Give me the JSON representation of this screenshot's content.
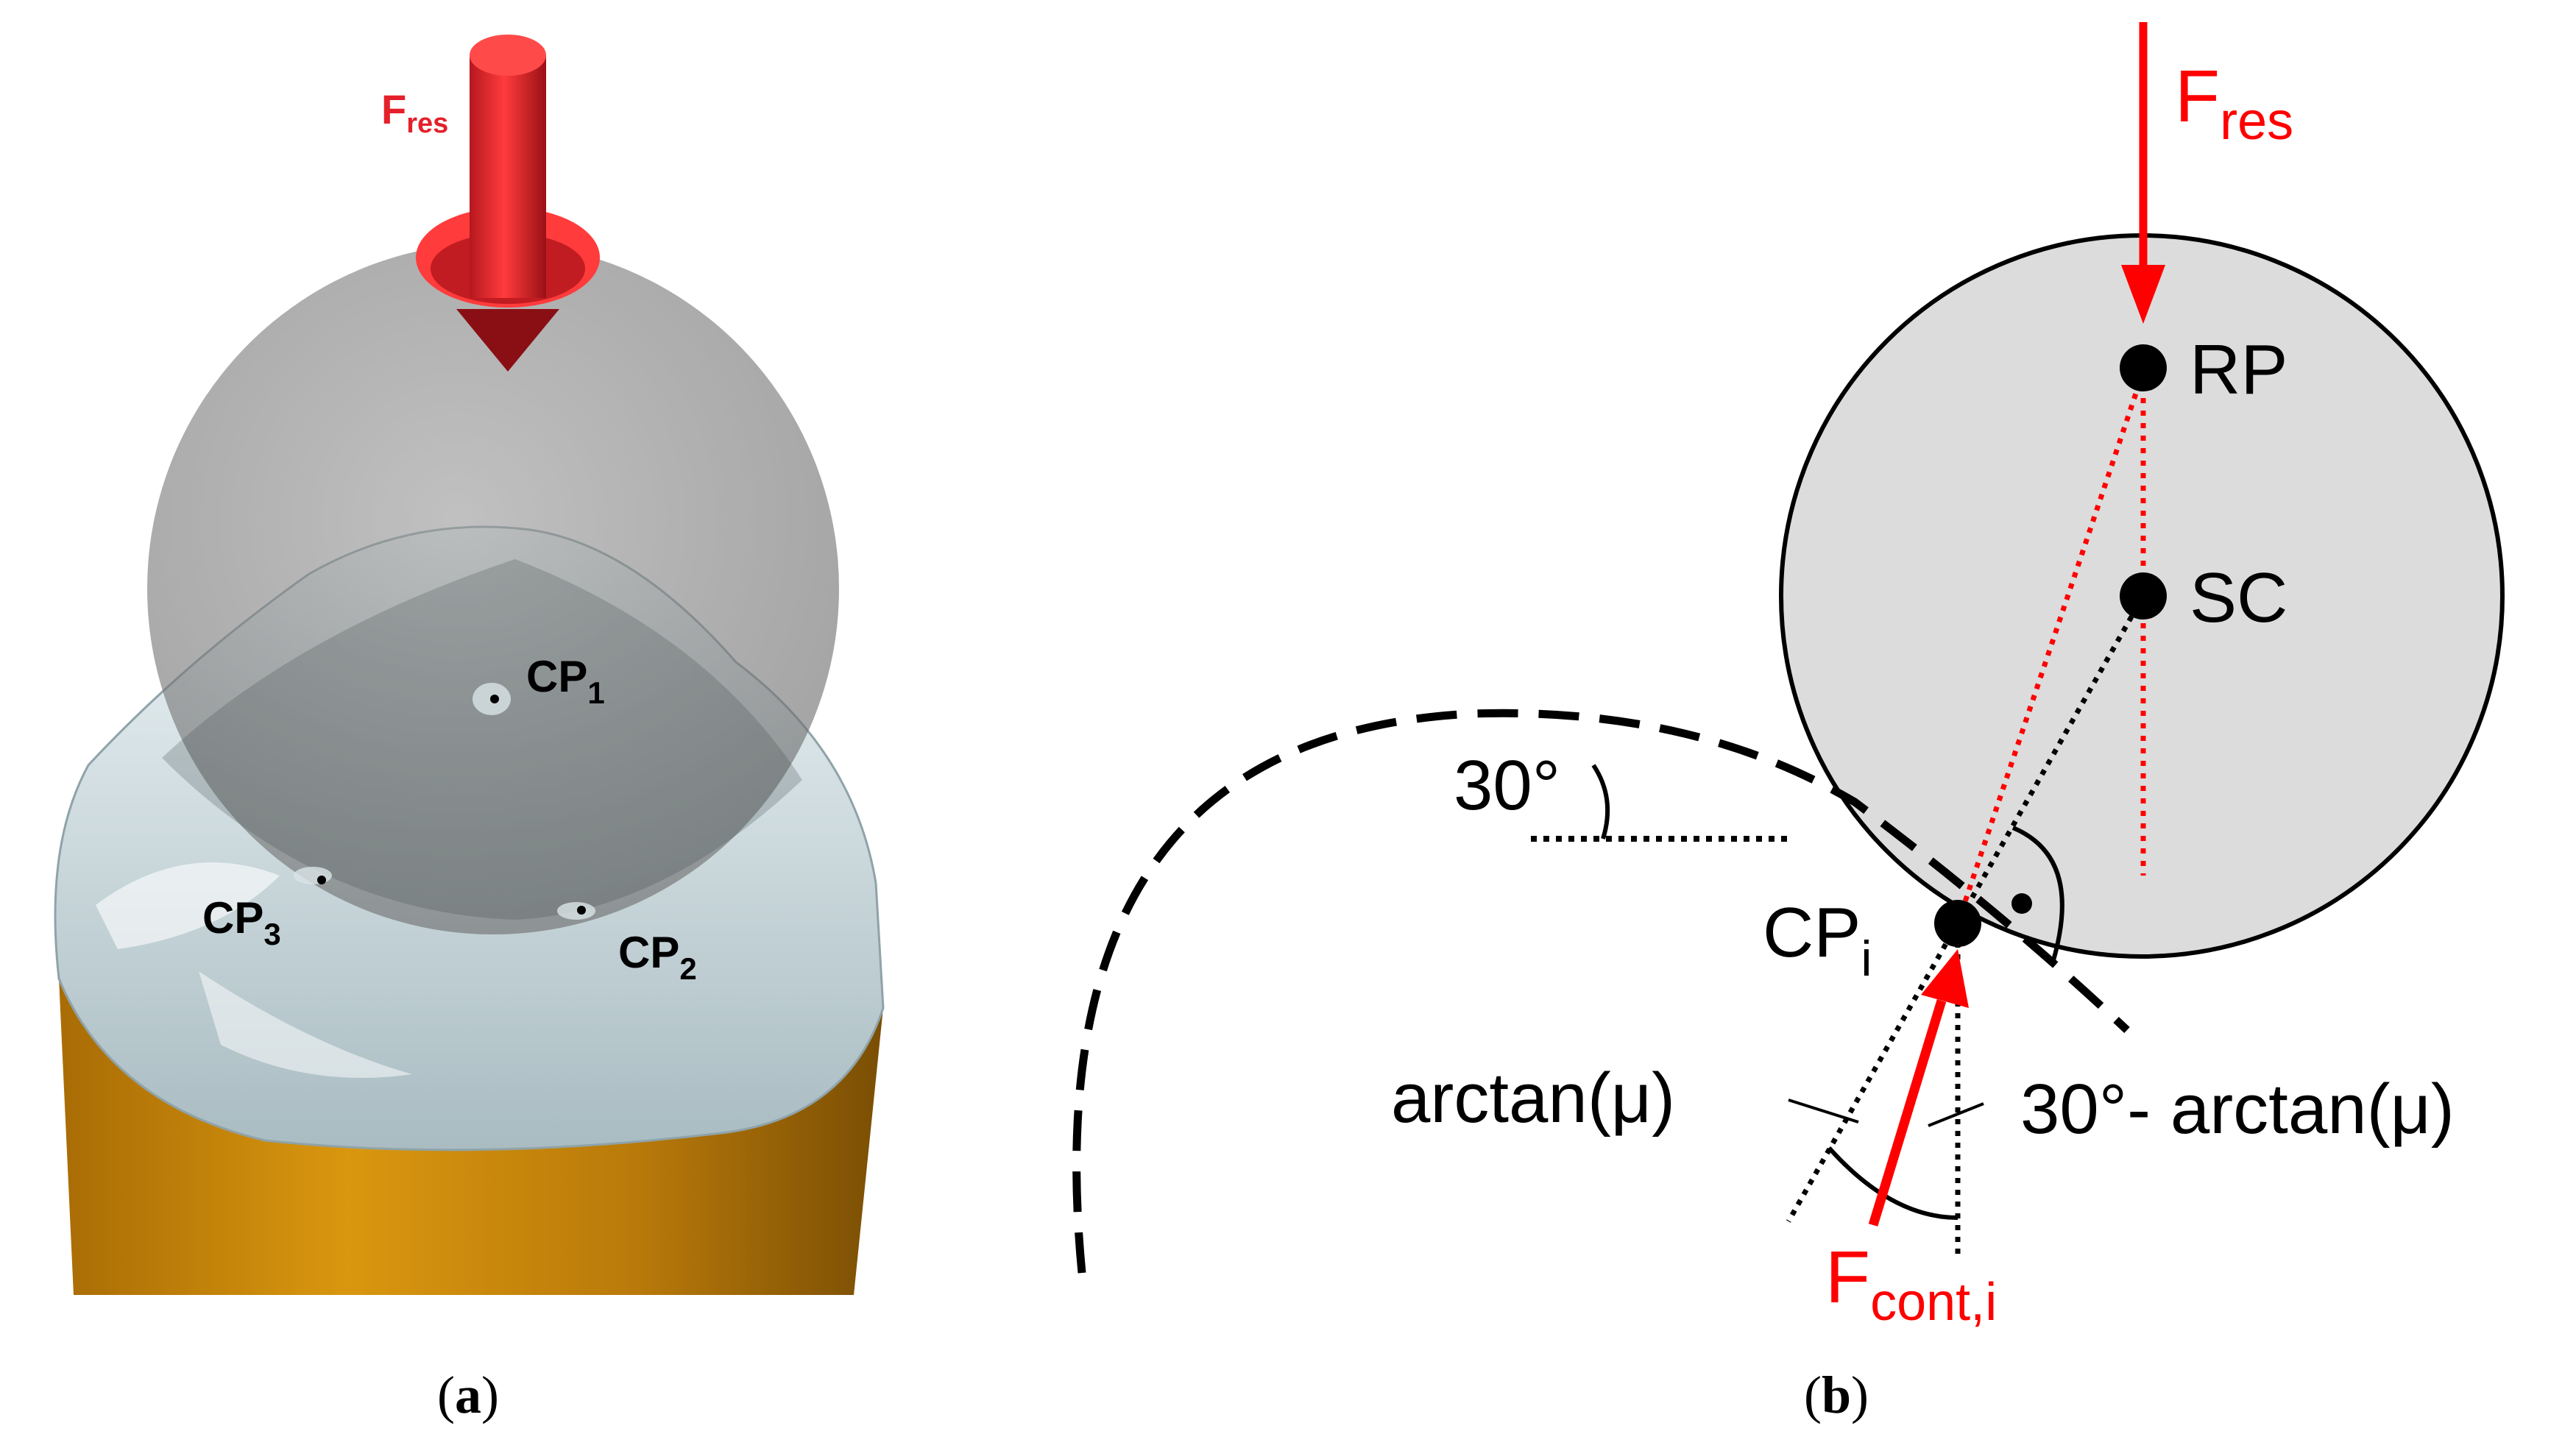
{
  "colors": {
    "force_red": "#ff0000",
    "arrow_red": "#e4202a",
    "sphere_grey": "#808080",
    "tooth_white": "#d7e4e8",
    "root_gold": "#c8850e",
    "circle_fill": "#dcdcdc",
    "ink": "#000000"
  },
  "panel_a": {
    "force": {
      "main": "F",
      "sub": "res"
    },
    "cp1": {
      "main": "CP",
      "sub": "1"
    },
    "cp2": {
      "main": "CP",
      "sub": "2"
    },
    "cp3": {
      "main": "CP",
      "sub": "3"
    },
    "caption": {
      "open": "(",
      "letter": "a",
      "close": ")"
    }
  },
  "panel_b": {
    "force_res": {
      "main": "F",
      "sub": "res"
    },
    "rp": "RP",
    "sc": "SC",
    "angle_30": "30°",
    "cpi": {
      "main": "CP",
      "sub": "i"
    },
    "arctan_mu": "arctan(μ)",
    "thirty_minus_arctan": "30°- arctan(μ)",
    "force_cont": {
      "main": "F",
      "sub": "cont,i"
    },
    "caption": {
      "open": "(",
      "letter": "b",
      "close": ")"
    }
  }
}
